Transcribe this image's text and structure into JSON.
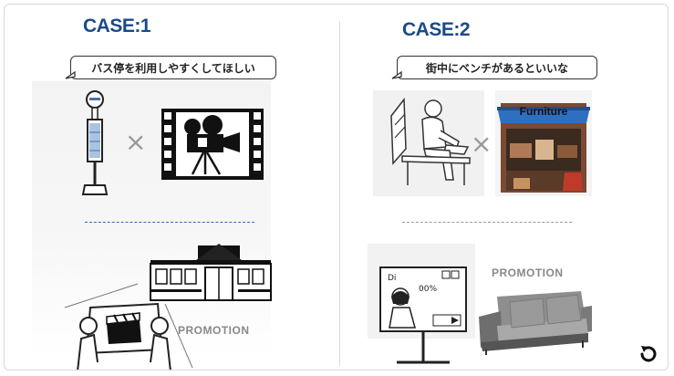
{
  "case1": {
    "title": "CASE:1",
    "bubble": "バス停を利用しやすくしてほしい",
    "promotion": "PROMOTION",
    "times": "×"
  },
  "case2": {
    "title": "CASE:2",
    "bubble": "街中にベンチがあるといいな",
    "furniture_sign": "Furniture",
    "promotion": "PROMOTION",
    "times": "×"
  },
  "icons": {
    "bus_stop": "bus-stop-illustration",
    "film_camera": "film-camera-illustration",
    "station": "station-building-illustration",
    "clapper_hands": "hands-with-clapperboard-illustration",
    "person_bench": "person-on-bench-illustration",
    "furniture_store": "furniture-store-illustration",
    "billboard": "billboard-illustration",
    "sofa": "sofa-illustration",
    "reload": "reload-icon"
  },
  "colors": {
    "title": "#1a4a8a",
    "dash": "#3a6aa8"
  }
}
